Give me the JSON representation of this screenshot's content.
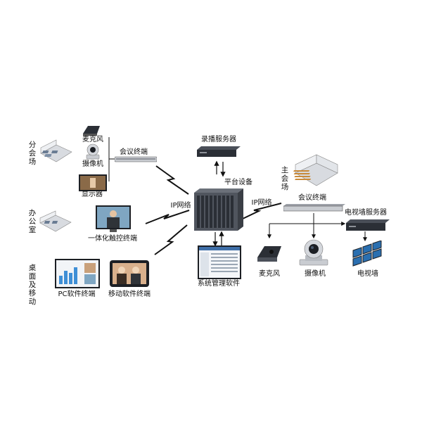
{
  "sites": {
    "branch": "分会场",
    "office": "办公室",
    "desktop_mobile": "桌面及移动",
    "main": "主会场"
  },
  "devices": {
    "microphone_left": "麦克风",
    "camera_left": "摄像机",
    "display": "显示器",
    "conference_terminal_left": "会议终端",
    "touch_terminal": "一体化触控终端",
    "pc_software": "PC软件终端",
    "mobile_software": "移动软件终端",
    "recording_server": "录播服务器",
    "platform": "平台设备",
    "management_software": "系统管理软件",
    "conference_terminal_main": "会议终端",
    "videowall_server": "电视墙服务器",
    "microphone_main": "麦克风",
    "camera_main": "摄像机",
    "videowall": "电视墙"
  },
  "network": {
    "ip_left": "IP网络",
    "ip_right": "IP网络"
  },
  "colors": {
    "device_dark": "#2b2f36",
    "device_silver": "#c9ccd1",
    "screen_blue": "#2a6fb0",
    "line": "#111111"
  }
}
